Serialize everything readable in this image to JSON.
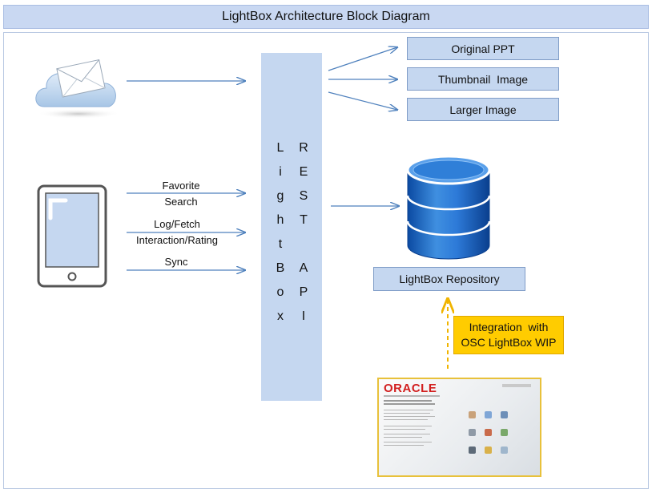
{
  "diagram": {
    "title": "LightBox Architecture Block Diagram",
    "api": {
      "col1_letters": [
        "L",
        "i",
        "g",
        "h",
        "t",
        "B",
        "o",
        "x"
      ],
      "col2_letters": [
        "R",
        "E",
        "S",
        "T",
        "",
        "A",
        "P",
        "I"
      ]
    },
    "outputs": [
      "Original PPT",
      "Thumbnail  Image",
      "Larger Image"
    ],
    "device_labels": [
      {
        "line1": "Favorite",
        "line2": "Search"
      },
      {
        "line1": "Log/Fetch",
        "line2": "Interaction/Rating"
      },
      {
        "line1": "Sync",
        "line2": ""
      }
    ],
    "repository_label": "LightBox Repository",
    "integration_note": {
      "line1": "Integration  with",
      "line2": "OSC LightBox WIP"
    },
    "oracle_logo_text": "ORACLE",
    "icons": [
      "email-cloud-icon",
      "tablet-icon",
      "database-icon",
      "oracle-screenshot"
    ],
    "colors": {
      "title_bg": "#c9d8f2",
      "api_bg": "#c5d7f0",
      "arrow": "#4f81bd",
      "note_bg": "#ffcc00",
      "dashed_arrow": "#f0b400"
    }
  }
}
